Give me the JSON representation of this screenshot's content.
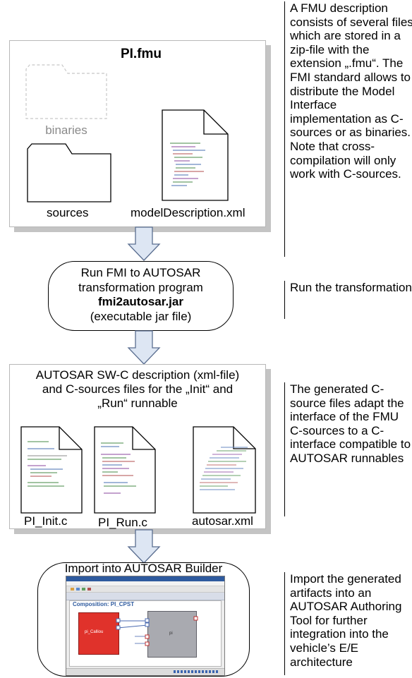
{
  "fmu_box": {
    "title": "PI.fmu",
    "binaries_label": "binaries",
    "sources_label": "sources",
    "model_desc_label": "modelDescription.xml"
  },
  "transform_box": {
    "line1": "Run FMI to AUTOSAR",
    "line2": "transformation program",
    "line3": "fmi2autosar.jar",
    "line4": "(executable jar file)"
  },
  "autosar_box": {
    "line1": "AUTOSAR SW-C description (xml-file)",
    "line2": "and C-sources files for the „Init“ and",
    "line3": "„Run“ runnable",
    "file1": "PI_Init.c",
    "file2": "PI_Run.c",
    "file3": "autosar.xml"
  },
  "import_box": {
    "title": "Import into AUTOSAR Builder",
    "screenshot_title": "Composition: PI_CPST",
    "block_left_label": "pi_Calliou",
    "block_right_label": "pi"
  },
  "notes": {
    "note1": "A FMU description consists of several files which are stored in a zip-file with the extension „.fmu“. The FMI standard allows to distribute the Model Interface implementation as C-sources or as binaries. Note that cross-compilation will only work with C-sources.",
    "note2": "Run the transformation",
    "note3": "The generated C-source files adapt the interface of the FMU C-sources to a C-interface compatible to AUTOSAR runnables",
    "note4": "Import the generated artifacts into an AUTOSAR Authoring Tool for further integration into the vehicle’s E/E architecture"
  },
  "colors": {
    "arrow_fill": "#dde6f3",
    "arrow_stroke": "#5a6e90",
    "shadow": "#c4c4c4",
    "block_red": "#e0322b",
    "block_gray": "#a9aab0",
    "app_blue": "#2e5a9e"
  }
}
